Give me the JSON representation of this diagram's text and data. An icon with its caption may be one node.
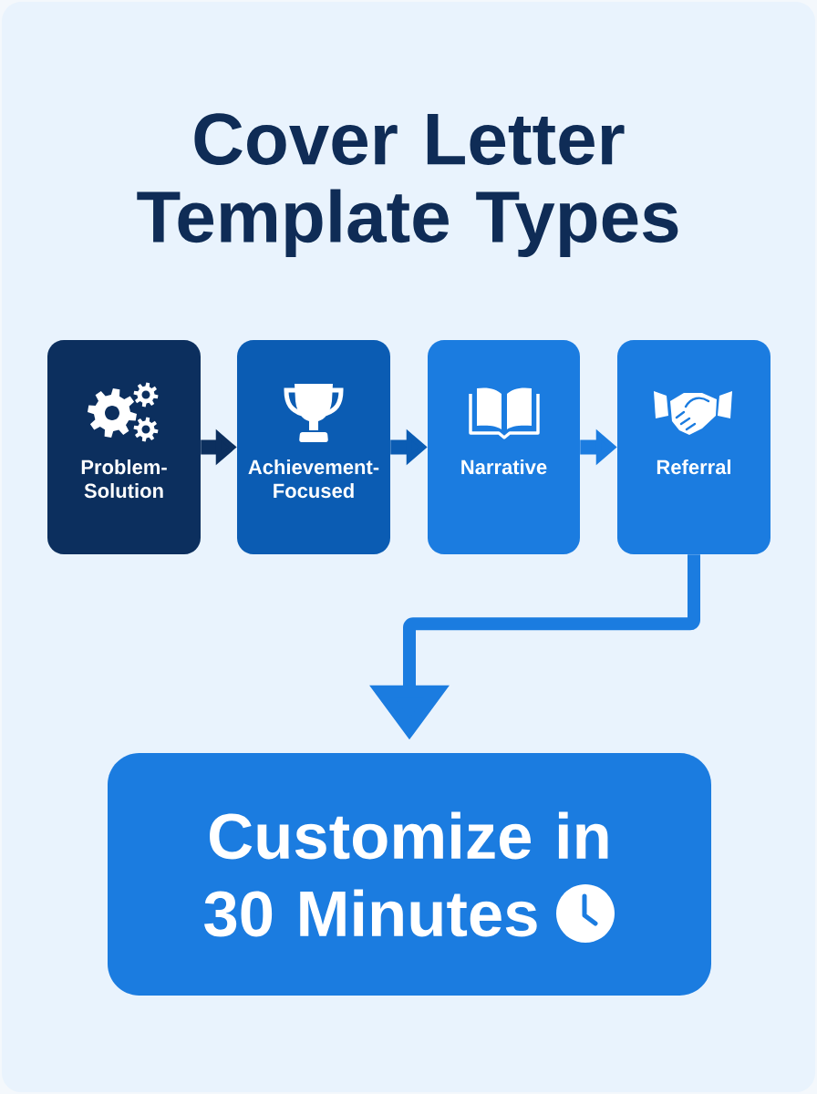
{
  "diagram": {
    "title": "Cover Letter Template Types",
    "nodes": [
      {
        "text": [
          "Problem-Solution"
        ]
      },
      {
        "text": [
          "Achievement-Focused"
        ]
      },
      {
        "text": [
          "Narrative"
        ]
      },
      {
        "text": [
          "Referral"
        ]
      },
      {
        "text": [
          "Customize in 30 Minutes"
        ]
      }
    ],
    "edges": [
      {
        "from": 0,
        "to": 1,
        "arrow": "to",
        "color": "#0c2f5e"
      },
      {
        "from": 1,
        "to": 2,
        "arrow": "to",
        "color": "#0b5cb3"
      },
      {
        "from": 2,
        "to": 3,
        "arrow": "to"
      },
      {
        "from": 3,
        "to": 4,
        "arrow": "to"
      }
    ]
  }
}
